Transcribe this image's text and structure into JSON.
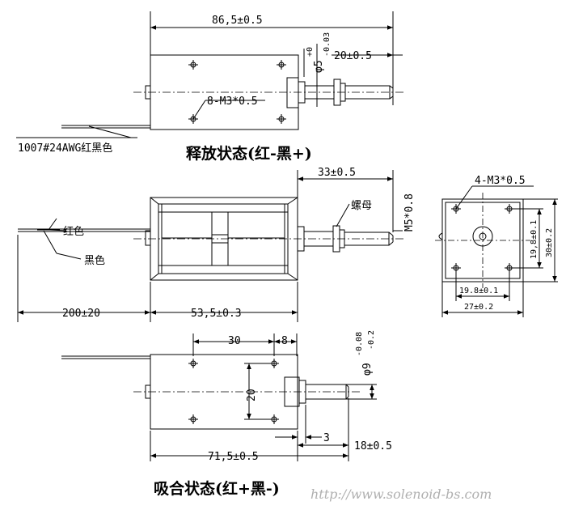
{
  "views": {
    "release": {
      "title": "释放状态(红-黑+)",
      "overall": "86,5±0.5",
      "stroke": "20±0.5",
      "shaft_dia": "φ5",
      "shaft_tol_upper": "+0",
      "shaft_tol_lower": "-0.03",
      "holes": "8-M3*0.5",
      "wire": "1007#24AWG红黑色"
    },
    "side": {
      "body_width": "33±0.5",
      "thread": "M5*0.8",
      "nut": "螺母",
      "red": "红色",
      "black": "黑色",
      "lead": "200±20",
      "body_len": "53,5±0.3"
    },
    "end": {
      "holes": "4-M3*0.5",
      "hole_h": "19,8±0.1",
      "height": "30±0.2",
      "hole_w": "19.8±0.1",
      "width": "27±0.2"
    },
    "closed": {
      "title": "吸合状态(红+黑-)",
      "pitch": "30",
      "edge": "8",
      "span": "20",
      "plunger_dia": "φ9",
      "plunger_tol_upper": "-0.08",
      "plunger_tol_lower": "-0.2",
      "gap": "3",
      "travel": "18±0.5",
      "overall": "71,5±0.5"
    }
  },
  "watermark": "http://www.solenoid-bs.com"
}
